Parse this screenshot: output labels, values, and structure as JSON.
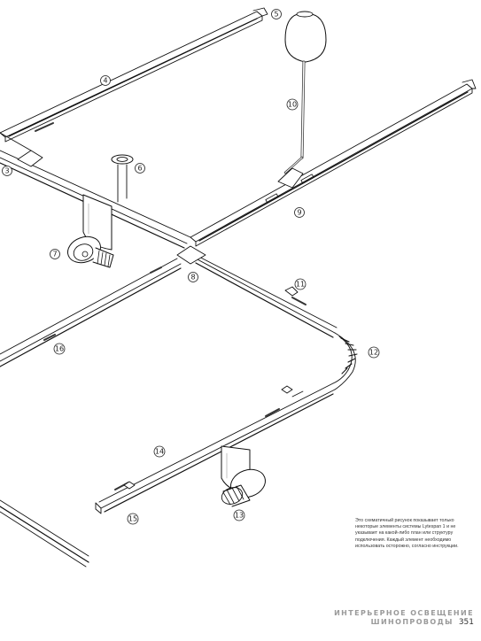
{
  "figure": {
    "callouts": [
      "3",
      "4",
      "5",
      "6",
      "7",
      "8",
      "9",
      "10",
      "11",
      "12",
      "13",
      "14",
      "15",
      "16"
    ]
  },
  "description": "Это схематичный рисунок показывает только некоторые элементы системы Lytespan 1 и не указывает на какой-либо план или структуру подключения. Каждый элемент необходимо использовать осторожно, согласно инструкции.",
  "footer": {
    "line1": "ИНТЕРЬЕРНОЕ ОСВЕЩЕНИЕ",
    "line2": "ШИНОПРОВОДЫ",
    "page_number": "351"
  }
}
